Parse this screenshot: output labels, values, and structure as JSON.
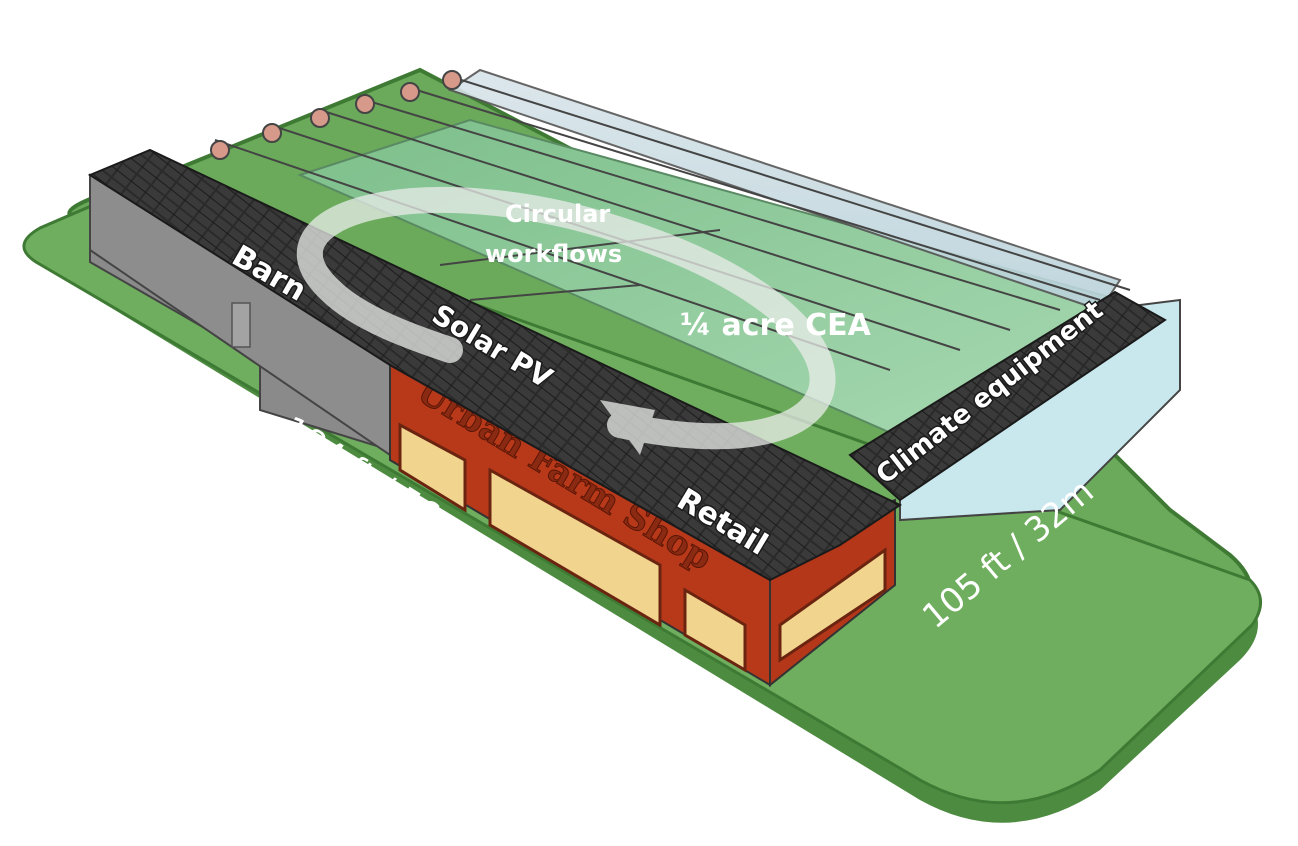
{
  "labels": {
    "barn": "Barn",
    "solar": "Solar PV",
    "circular_line1": "Circular",
    "circular_line2": "workflows",
    "cea": "¼ acre CEA",
    "climate": "Climate equipment",
    "retail": "Retail",
    "shop_sign": "Urban Farm Shop"
  },
  "dimensions": {
    "length": "184 ft / 56 m",
    "width": "105 ft / 32m"
  },
  "colors": {
    "ground": "#6aaa5a",
    "ground_edge": "#3e7a34",
    "roof_panels": "#2b2b2b",
    "barn_wall": "#8a8a8a",
    "retail_wall": "#b8391a",
    "windows": "#f1d58f",
    "greenhouse_floor": "#8fcf9a",
    "glass": "#cfe0e6"
  }
}
